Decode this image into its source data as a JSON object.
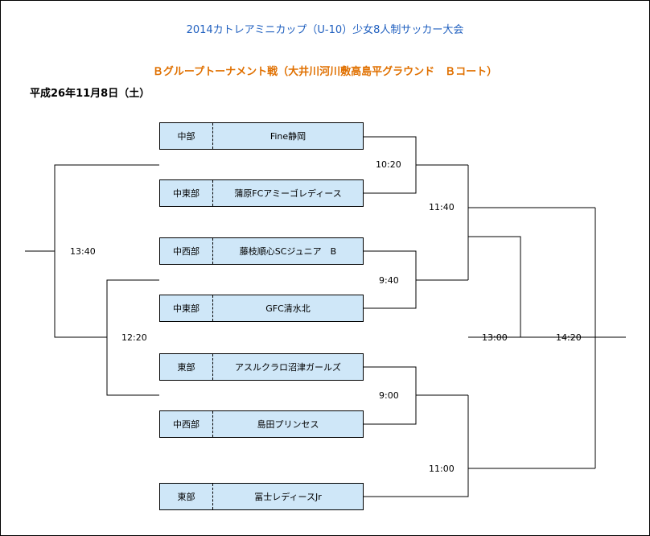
{
  "title": "2014カトレアミニカップ（U-10）少女8人制サッカー大会",
  "subtitle": "Ｂグループトーナメント戦（大井川河川敷高島平グラウンド　Ｂコート）",
  "date": "平成26年11月8日（土）",
  "teams": [
    {
      "region": "中部",
      "name": "Fine静岡"
    },
    {
      "region": "中東部",
      "name": "蒲原FCアミーゴレディース"
    },
    {
      "region": "中西部",
      "name": "藤枝順心SCジュニア　B"
    },
    {
      "region": "中東部",
      "name": "GFC清水北"
    },
    {
      "region": "東部",
      "name": "アスルクラロ沼津ガールズ"
    },
    {
      "region": "中西部",
      "name": "島田プリンセス"
    },
    {
      "region": "東部",
      "name": "冨士レディースJr"
    }
  ],
  "times": {
    "r1a": "10:20",
    "r1b": "9:40",
    "r1c": "9:00",
    "r2a": "11:40",
    "r2b": "11:00",
    "r3": "13:00",
    "final": "14:20",
    "left_outer": "13:40",
    "left_inner": "12:20"
  }
}
